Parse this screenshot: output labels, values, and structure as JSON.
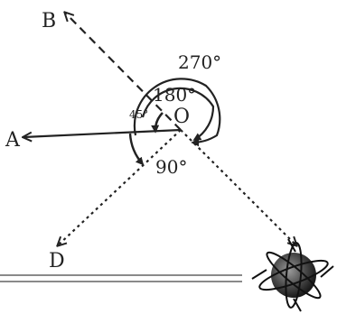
{
  "labels": {
    "point_a": "A",
    "point_b": "B",
    "point_d": "D",
    "origin": "O",
    "angle_270": "270°",
    "angle_180": "180°",
    "angle_90": "90°",
    "angle_45": "45°"
  }
}
